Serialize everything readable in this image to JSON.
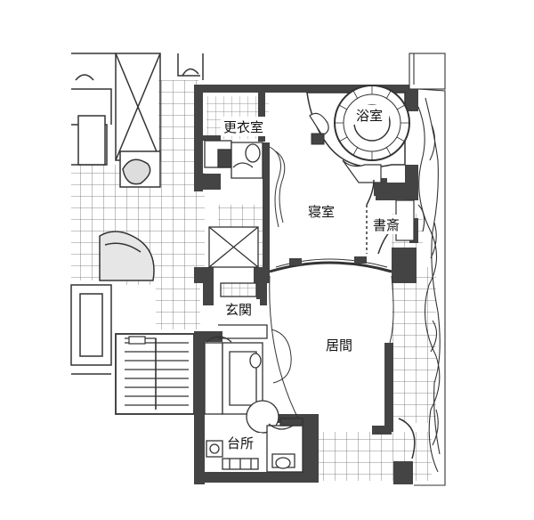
{
  "rooms": {
    "bath": "浴室",
    "dressing": "更衣室",
    "bedroom": "寝室",
    "study": "書斎",
    "entrance": "玄関",
    "living": "居間",
    "kitchen": "台所"
  },
  "colors": {
    "wall": "#444444",
    "line": "#333333",
    "grid": "#666666",
    "background": "#ffffff"
  }
}
